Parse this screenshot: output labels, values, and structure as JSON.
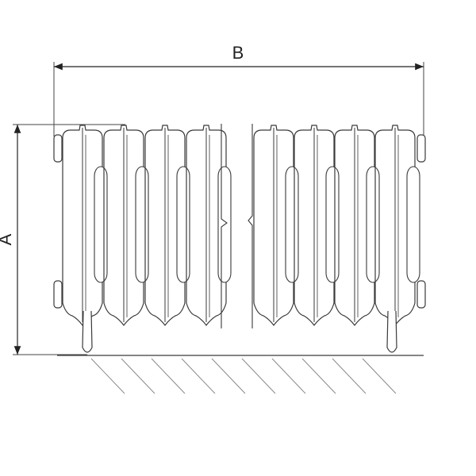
{
  "labels": {
    "width": "B",
    "height": "A"
  },
  "colors": {
    "stroke": "#3a3a3a",
    "hatch": "#8a8a8a",
    "background": "#ffffff"
  },
  "drawing": {
    "left_sections": 4,
    "right_sections": 4
  }
}
